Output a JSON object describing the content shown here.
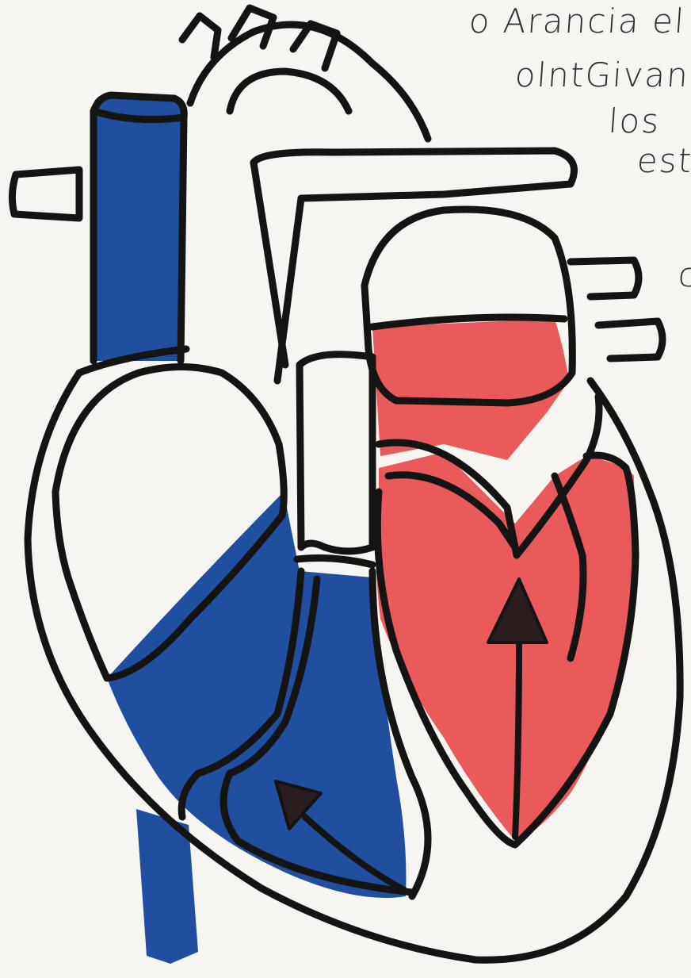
{
  "notes": {
    "line1": "o Arancia el",
    "line2": "olntGivana",
    "line3": "los",
    "line4": "est",
    "line5": "c"
  },
  "colors": {
    "paper": "#f6f5f2",
    "outline": "#141414",
    "deoxygenated_blood": "#1f4f9e",
    "oxygenated_blood": "#ea5a5a",
    "arrow_fill": "#2b1e1e"
  }
}
